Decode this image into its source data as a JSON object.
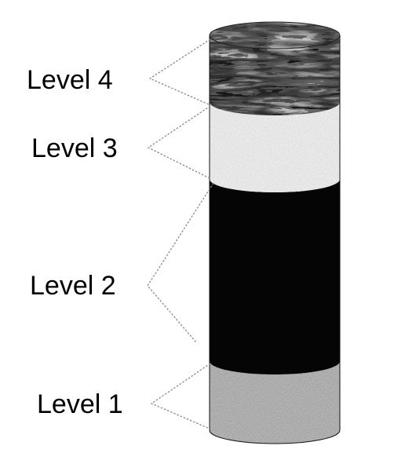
{
  "diagram": {
    "levels": [
      {
        "id": "level-4",
        "label": "Level 4",
        "texture": "wavy-marbled"
      },
      {
        "id": "level-3",
        "label": "Level 3",
        "texture": "light-speckled"
      },
      {
        "id": "level-2",
        "label": "Level 2",
        "texture": "solid-black"
      },
      {
        "id": "level-1",
        "label": "Level 1",
        "texture": "gray-speckled"
      }
    ]
  }
}
